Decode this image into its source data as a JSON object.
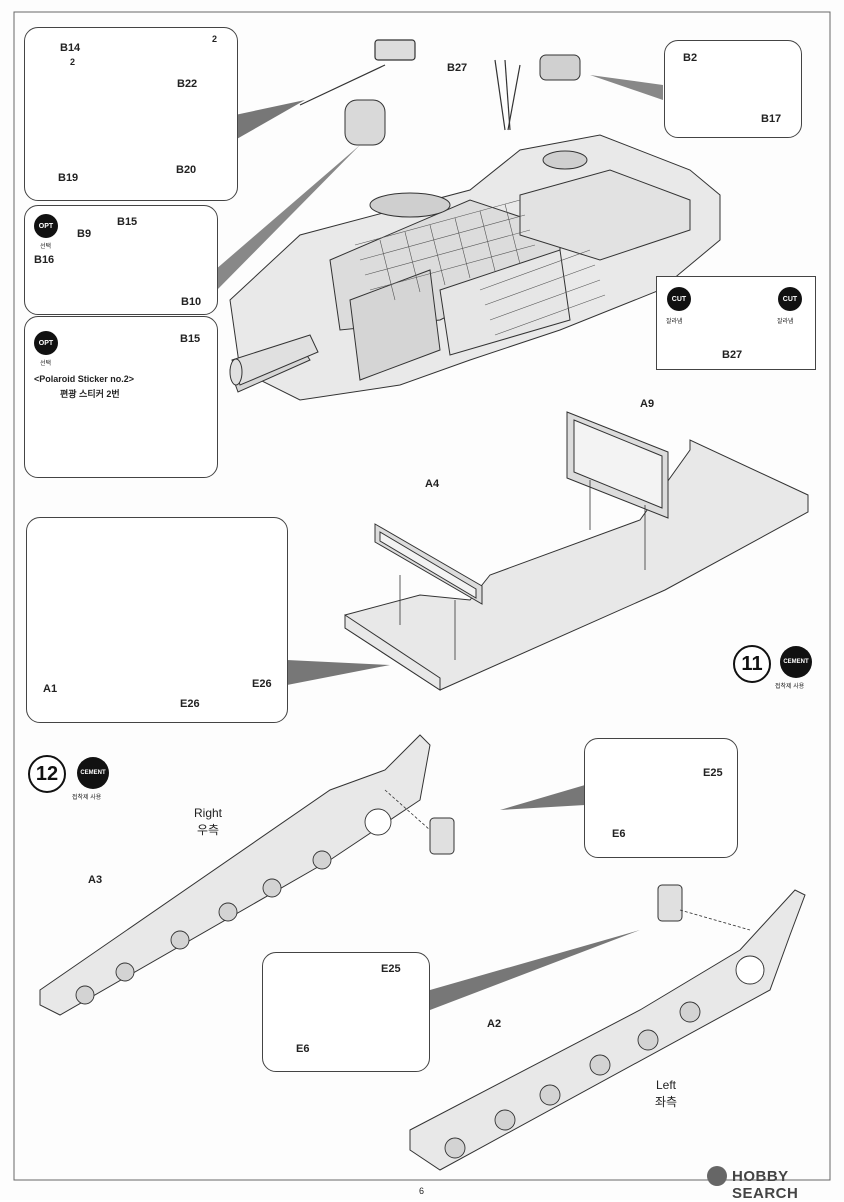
{
  "page_number": "6",
  "watermark": {
    "logo_text": "HOBBY",
    "site": "HOBBY SEARCH"
  },
  "badges": {
    "opt": "OPT",
    "opt_sub": "선택",
    "cut": "CUT",
    "cut_sub": "잘라냄",
    "cement": "CEMENT",
    "cement_sub": "접착제 사용"
  },
  "callout_gun": {
    "b14": "B14",
    "b14_mark": "2",
    "b22": "B22",
    "b22_mark": "2",
    "b19": "B19",
    "b20": "B20"
  },
  "callout_opt": {
    "b9": "B9",
    "b15": "B15",
    "b16": "B16",
    "b10": "B10"
  },
  "callout_sticker": {
    "b15": "B15",
    "sticker_line1": "<Polaroid Sticker no.2>",
    "sticker_line2": "편광 스티커 2번"
  },
  "callout_b2": {
    "b2": "B2",
    "b17": "B17"
  },
  "callout_b27_cut": {
    "b27": "B27"
  },
  "main_top": {
    "b27": "B27"
  },
  "step11": {
    "number": "11",
    "a9": "A9",
    "a4": "A4"
  },
  "callout_a1": {
    "a1": "A1",
    "e26_a": "E26",
    "e26_b": "E26"
  },
  "step12": {
    "number": "12",
    "a3": "A3",
    "a2": "A2",
    "right_en": "Right",
    "right_ko": "우측",
    "left_en": "Left",
    "left_ko": "좌측"
  },
  "callout_e25_right": {
    "e25": "E25",
    "e6": "E6"
  },
  "callout_e25_left": {
    "e25": "E25",
    "e6": "E6"
  }
}
